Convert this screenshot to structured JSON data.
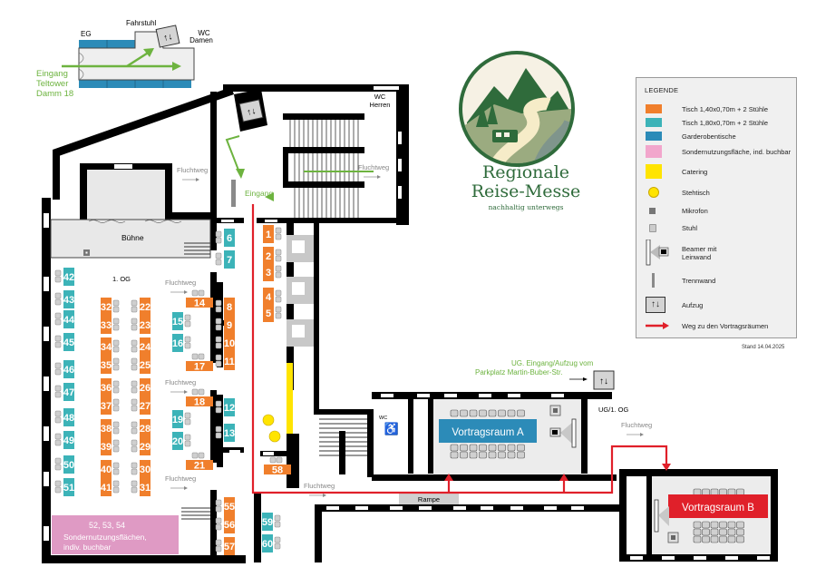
{
  "title": "Regionale Reise-Messe Hallenplan",
  "brand": {
    "name_line1": "Regionale",
    "name_line2": "Reise-Messe",
    "tagline": "nachhaltig unterwegs"
  },
  "inset": {
    "floor": "EG",
    "elevator_label": "Fahrstuhl",
    "wc_label": "WC\nDamen",
    "wc_line1": "WC",
    "wc_line2": "Damen",
    "entrance_line1": "Eingang",
    "entrance_line2": "Teltower",
    "entrance_line3": "Damm 18"
  },
  "floorplan": {
    "floor_label": "1. OG",
    "stage_label": "Bühne",
    "wc_herren_line1": "WC",
    "wc_herren_line2": "Herren",
    "eingang_label": "Eingang",
    "fluchtweg_label": "Fluchtweg",
    "rampe_label": "Rampe",
    "wc_label": "WC",
    "ug_label": "UG/1. OG",
    "ug_entrance_line1": "UG. Eingang/Aufzug vom",
    "ug_entrance_line2": "Parkplatz Martin-Buber-Str.",
    "room_a": "Vortragsraum A",
    "room_b": "Vortragsraum B",
    "special_area_numbers": "52, 53, 54",
    "special_area_line1": "Sondernutzungsflächen,",
    "special_area_line2": "indiv. buchbar"
  },
  "stands": {
    "orange": [
      "1",
      "2",
      "3",
      "4",
      "5",
      "8",
      "9",
      "10",
      "11",
      "14",
      "17",
      "18",
      "21",
      "22",
      "23",
      "24",
      "25",
      "26",
      "27",
      "28",
      "29",
      "30",
      "31",
      "32",
      "33",
      "34",
      "35",
      "36",
      "37",
      "38",
      "39",
      "40",
      "41",
      "55",
      "56",
      "57",
      "58"
    ],
    "teal": [
      "6",
      "7",
      "12",
      "13",
      "15",
      "16",
      "19",
      "20",
      "42",
      "43",
      "44",
      "45",
      "46",
      "47",
      "48",
      "49",
      "50",
      "51",
      "59",
      "60"
    ]
  },
  "legend": {
    "title": "LEGENDE",
    "items": [
      {
        "label": "Tisch 1,40x0,70m + 2 Stühle",
        "icon": "orange-table-swatch",
        "color": "#f07f2c"
      },
      {
        "label": "Tisch 1,80x0,70m + 2 Stühle",
        "icon": "teal-table-swatch",
        "color": "#3cb3b8"
      },
      {
        "label": "Garderobentische",
        "icon": "wardrobe-swatch",
        "color": "#2c8bb8"
      },
      {
        "label": "Sondernutzungsfläche, ind. buchbar",
        "icon": "pink-area-swatch",
        "color": "#f2a6cc"
      },
      {
        "label": "Catering",
        "icon": "catering-swatch",
        "color": "#ffe400"
      },
      {
        "label": "Stehtisch",
        "icon": "standing-table-icon",
        "color": "#ffe400"
      },
      {
        "label": "Mikrofon",
        "icon": "microphone-icon",
        "color": "#888888"
      },
      {
        "label": "Stuhl",
        "icon": "chair-icon",
        "color": "#cccccc"
      },
      {
        "label": "Beamer mit Leinwand",
        "icon": "projector-icon",
        "color": "#cccccc"
      },
      {
        "label": "Trennwand",
        "icon": "partition-icon",
        "color": "#8a8a8a"
      },
      {
        "label": "Aufzug",
        "icon": "elevator-icon",
        "color": "#d0d0d0"
      },
      {
        "label": "Weg zu den Vortragsräumen",
        "icon": "red-arrow-icon",
        "color": "#e0202a"
      }
    ],
    "beamer_line1": "Beamer mit",
    "beamer_line2": "Leinwand"
  },
  "stand_date": "Stand 14.04.2025",
  "colors": {
    "orange": "#f07f2c",
    "teal": "#3cb3b8",
    "blue": "#2c8bb8",
    "pink": "#df9ac4",
    "yellow": "#ffe400",
    "green": "#6db33f",
    "red": "#e0202a",
    "brand_green": "#2f6b3b"
  }
}
